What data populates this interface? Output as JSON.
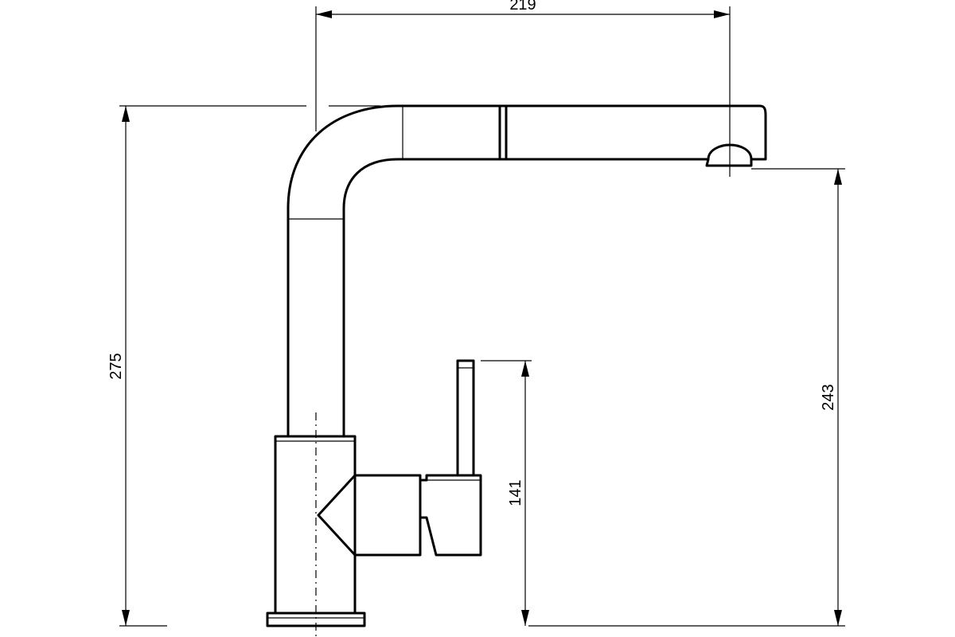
{
  "dimensions": {
    "overall_width": "219",
    "overall_height": "275",
    "spout_height": "243",
    "handle_height": "141"
  }
}
